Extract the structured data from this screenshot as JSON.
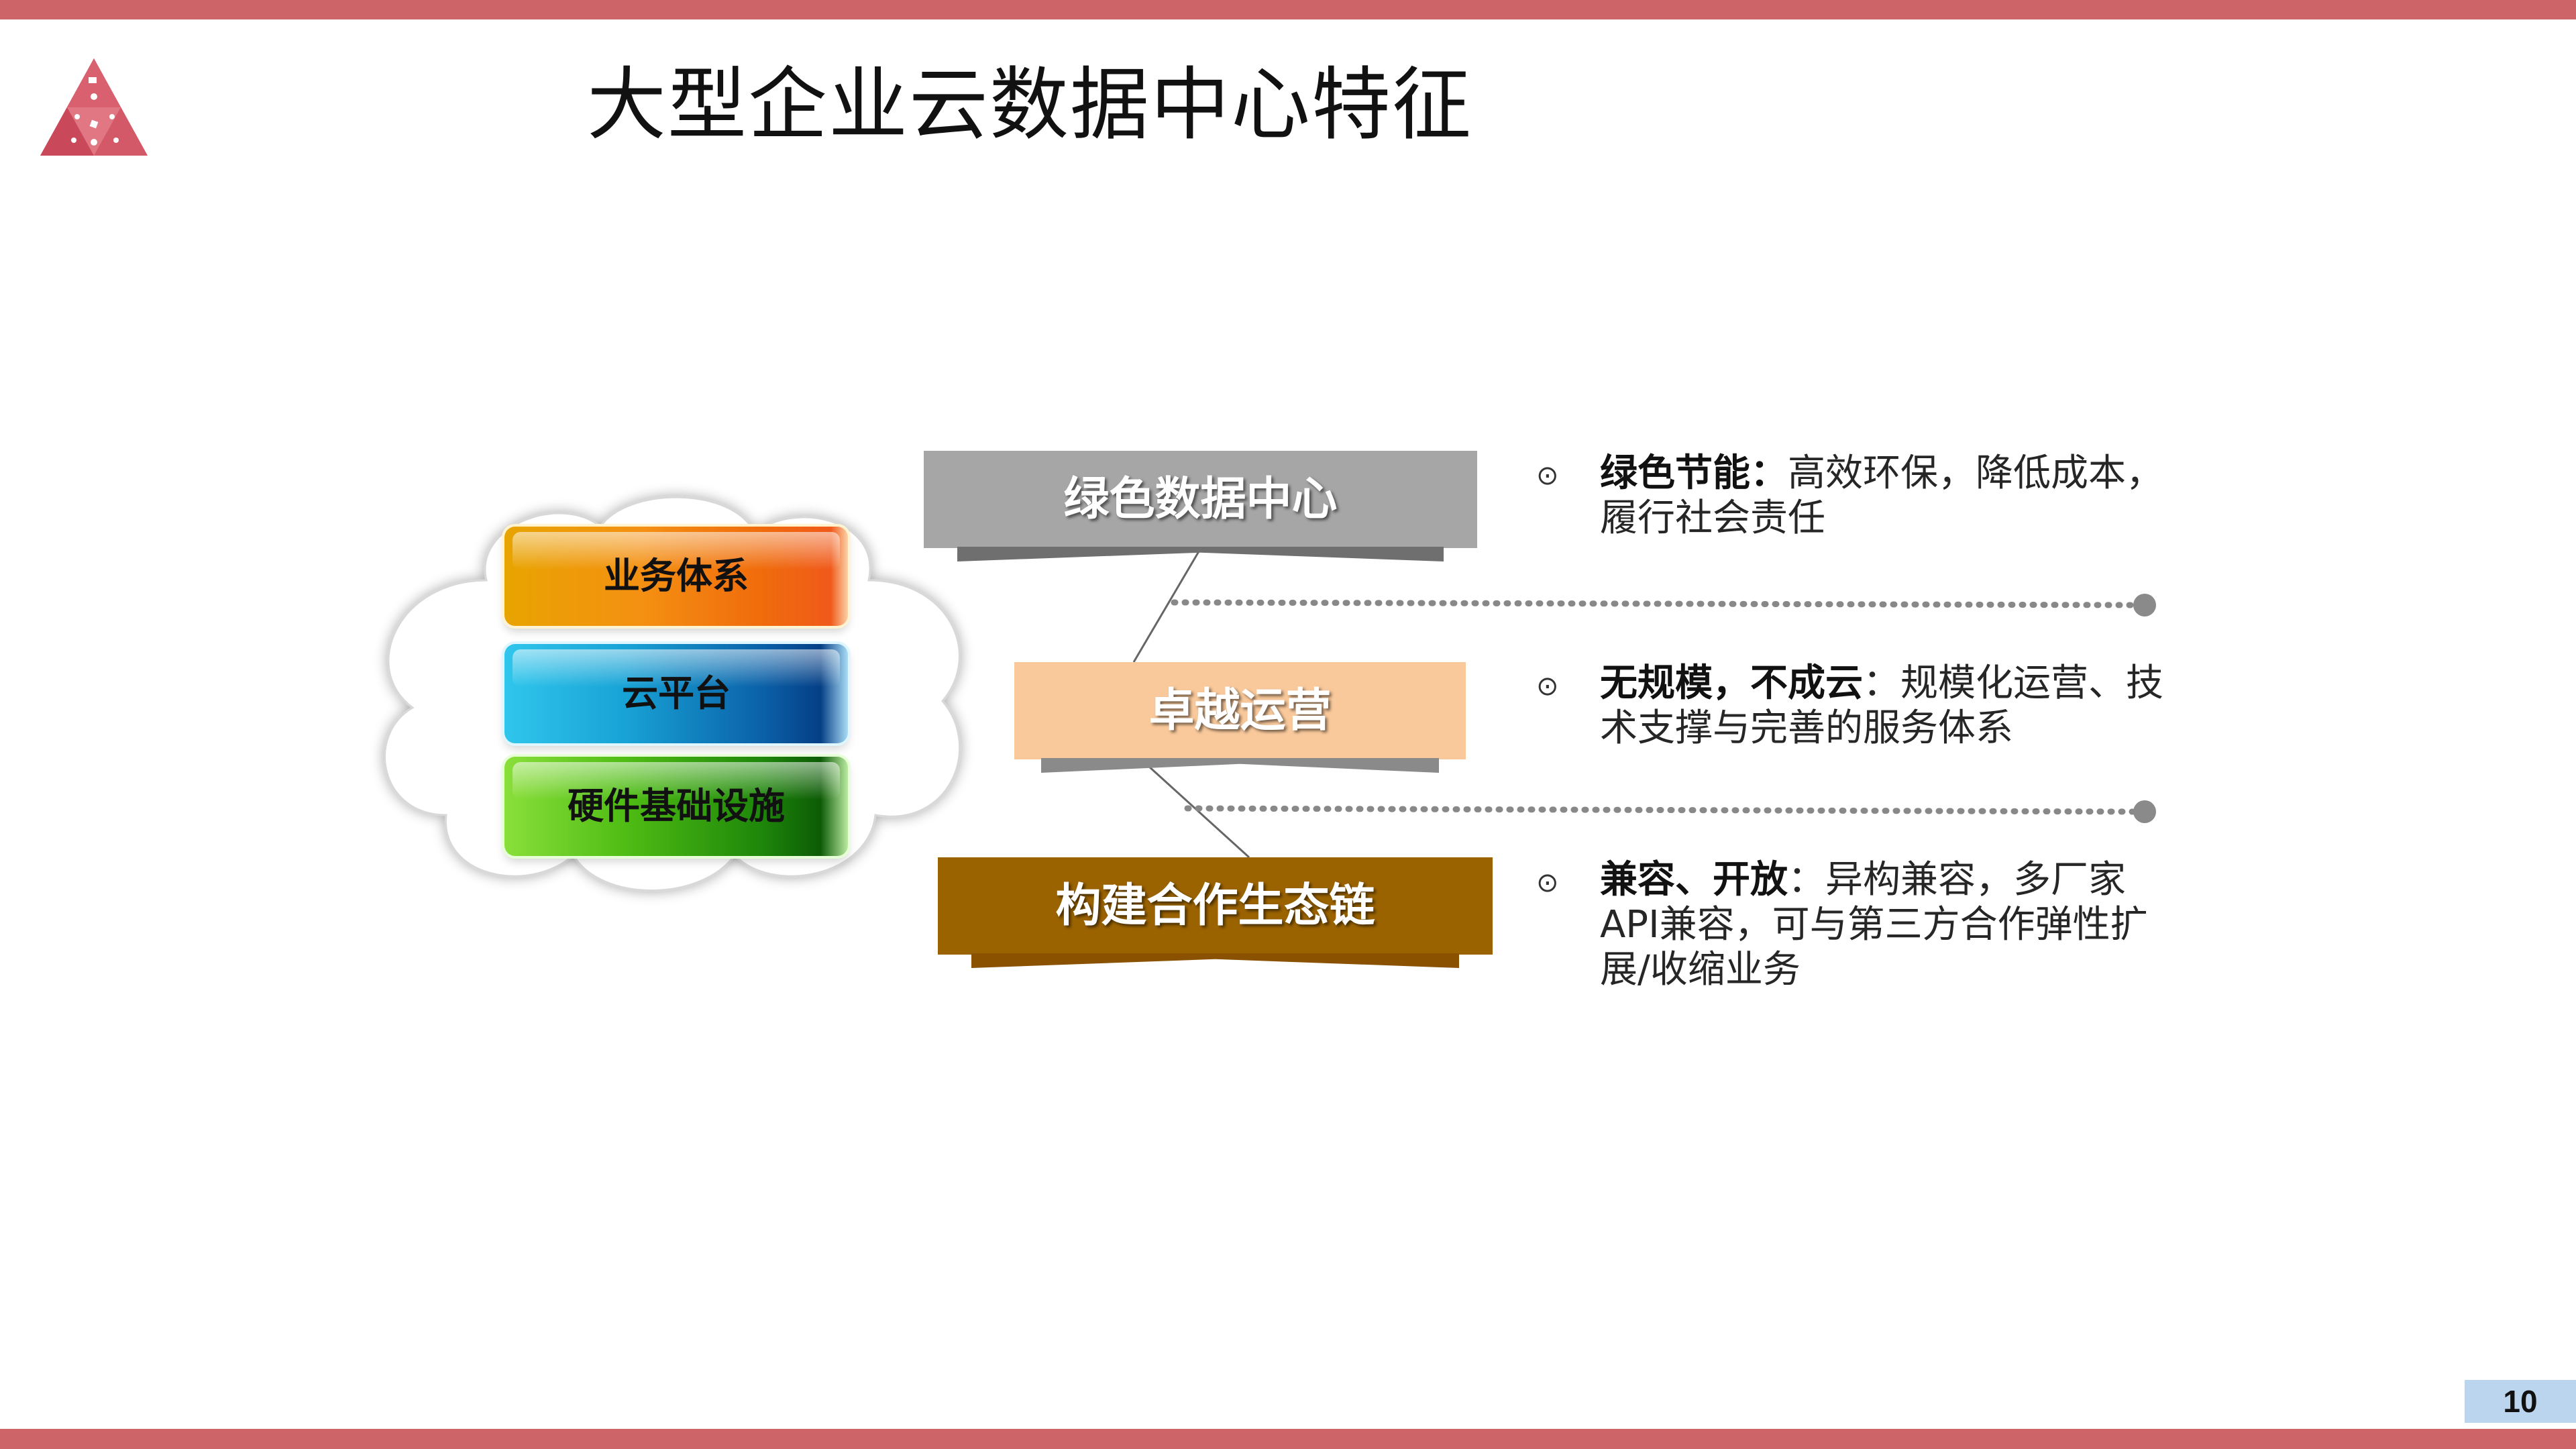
{
  "slide": {
    "title": "大型企业云数据中心特征",
    "page_number": "10"
  },
  "colors": {
    "accent_bar": "#cd6468",
    "page_number_bg": "#bcd5ee"
  },
  "stack": {
    "layers": [
      {
        "label": "业务体系",
        "color": "#f49012"
      },
      {
        "label": "云平台",
        "color": "#0b61a8"
      },
      {
        "label": "硬件基础设施",
        "color": "#1e860a"
      }
    ]
  },
  "features": [
    {
      "title": "绿色数据中心",
      "bold": "绿色节能：",
      "text_l1": "高效环保，降低成本，",
      "text_l2": "履行社会责任",
      "text_l3": "",
      "color": "#a6a6a6"
    },
    {
      "title": "卓越运营",
      "bold": "无规模，不成云",
      "text_l1": "：规模化运营、技",
      "text_l2": "术支撑与完善的服务体系",
      "text_l3": "",
      "color": "#f9c99b"
    },
    {
      "title": "构建合作生态链",
      "bold": "兼容、开放",
      "text_l1": "：异构兼容，多厂家",
      "text_l2": "API兼容，可与第三方合作弹性扩",
      "text_l3": "展/收缩业务",
      "color": "#9b6300"
    }
  ],
  "icons": {
    "logo": "pyramid-logo-icon",
    "bullet": "circled-dot-icon"
  }
}
